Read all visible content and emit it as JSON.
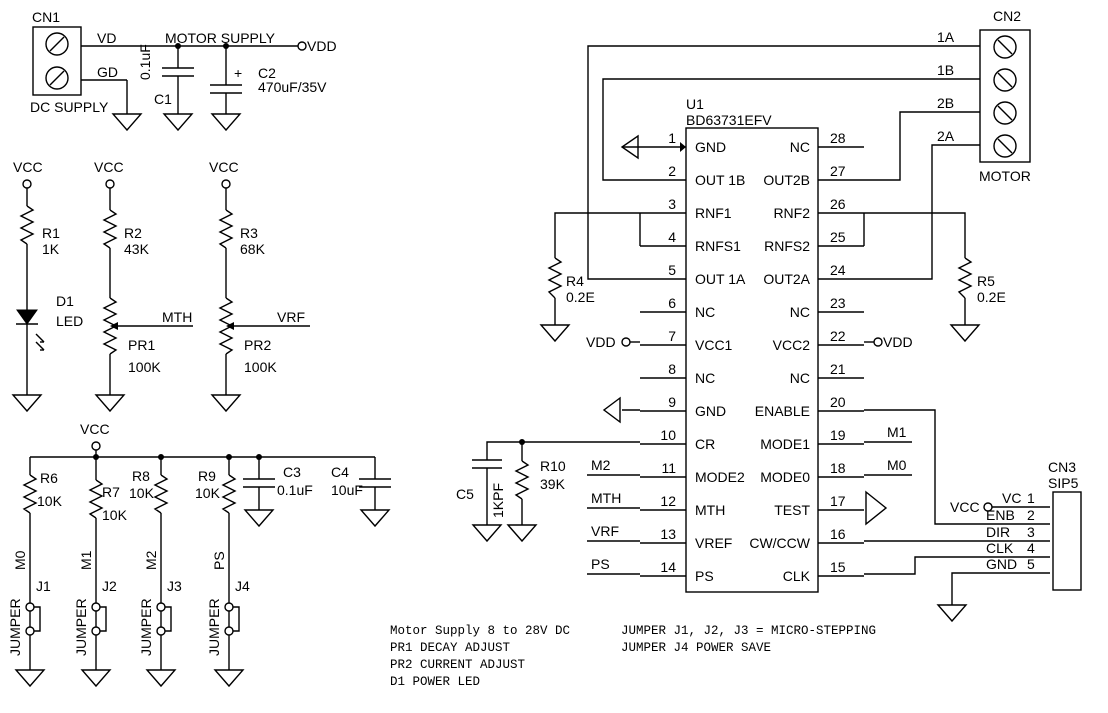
{
  "connectors": {
    "cn1": {
      "ref": "CN1",
      "caption": "DC SUPPLY",
      "pins": [
        "VD",
        "GD"
      ]
    },
    "cn2": {
      "ref": "CN2",
      "caption": "MOTOR",
      "pins": [
        "1A",
        "1B",
        "2B",
        "2A"
      ]
    },
    "cn3": {
      "ref": "CN3",
      "type": "SIP5",
      "pins": [
        {
          "name": "VC",
          "num": "1"
        },
        {
          "name": "ENB",
          "num": "2"
        },
        {
          "name": "DIR",
          "num": "3"
        },
        {
          "name": "CLK",
          "num": "4"
        },
        {
          "name": "GND",
          "num": "5"
        }
      ]
    }
  },
  "nets": {
    "motor_supply": "MOTOR SUPPLY",
    "vdd": "VDD",
    "vcc": "VCC",
    "mth": "MTH",
    "vrf": "VRF",
    "m0": "M0",
    "m1": "M1",
    "m2": "M2",
    "ps": "PS"
  },
  "components": {
    "c1": {
      "ref": "C1",
      "value": "0.1uF"
    },
    "c2": {
      "ref": "C2",
      "value": "470uF/35V",
      "polarity": "+"
    },
    "c3": {
      "ref": "C3",
      "value": "0.1uF"
    },
    "c4": {
      "ref": "C4",
      "value": "10uF"
    },
    "c5": {
      "ref": "C5",
      "value": "1KPF"
    },
    "r1": {
      "ref": "R1",
      "value": "1K"
    },
    "r2": {
      "ref": "R2",
      "value": "43K"
    },
    "r3": {
      "ref": "R3",
      "value": "68K"
    },
    "r4": {
      "ref": "R4",
      "value": "0.2E"
    },
    "r5": {
      "ref": "R5",
      "value": "0.2E"
    },
    "r6": {
      "ref": "R6",
      "value": "10K"
    },
    "r7": {
      "ref": "R7",
      "value": "10K"
    },
    "r8": {
      "ref": "R8",
      "value": "10K"
    },
    "r9": {
      "ref": "R9",
      "value": "10K"
    },
    "r10": {
      "ref": "R10",
      "value": "39K"
    },
    "pr1": {
      "ref": "PR1",
      "value": "100K"
    },
    "pr2": {
      "ref": "PR2",
      "value": "100K"
    },
    "d1": {
      "ref": "D1",
      "value": "LED"
    },
    "jumpers": [
      {
        "ref": "J1",
        "label": "JUMPER"
      },
      {
        "ref": "J2",
        "label": "JUMPER"
      },
      {
        "ref": "J3",
        "label": "JUMPER"
      },
      {
        "ref": "J4",
        "label": "JUMPER"
      }
    ]
  },
  "ic": {
    "ref": "U1",
    "part": "BD63731EFV",
    "left_pins": [
      {
        "num": "1",
        "name": "GND"
      },
      {
        "num": "2",
        "name": "OUT 1B"
      },
      {
        "num": "3",
        "name": "RNF1"
      },
      {
        "num": "4",
        "name": "RNFS1"
      },
      {
        "num": "5",
        "name": "OUT 1A"
      },
      {
        "num": "6",
        "name": "NC"
      },
      {
        "num": "7",
        "name": "VCC1"
      },
      {
        "num": "8",
        "name": "NC"
      },
      {
        "num": "9",
        "name": "GND"
      },
      {
        "num": "10",
        "name": "CR"
      },
      {
        "num": "11",
        "name": "MODE2"
      },
      {
        "num": "12",
        "name": "MTH"
      },
      {
        "num": "13",
        "name": "VREF"
      },
      {
        "num": "14",
        "name": "PS"
      }
    ],
    "right_pins": [
      {
        "num": "28",
        "name": "NC"
      },
      {
        "num": "27",
        "name": "OUT2B"
      },
      {
        "num": "26",
        "name": "RNF2"
      },
      {
        "num": "25",
        "name": "RNFS2"
      },
      {
        "num": "24",
        "name": "OUT2A"
      },
      {
        "num": "23",
        "name": "NC"
      },
      {
        "num": "22",
        "name": "VCC2"
      },
      {
        "num": "21",
        "name": "NC"
      },
      {
        "num": "20",
        "name": "ENABLE"
      },
      {
        "num": "19",
        "name": "MODE1"
      },
      {
        "num": "18",
        "name": "MODE0"
      },
      {
        "num": "17",
        "name": "TEST"
      },
      {
        "num": "16",
        "name": "CW/CCW"
      },
      {
        "num": "15",
        "name": "CLK"
      }
    ]
  },
  "notes": {
    "left": [
      "Motor Supply 8 to 28V DC",
      "PR1 DECAY ADJUST",
      "PR2 CURRENT ADJUST",
      "D1 POWER LED"
    ],
    "right": [
      "JUMPER J1, J2, J3 = MICRO-STEPPING",
      "JUMPER J4 POWER SAVE"
    ]
  }
}
